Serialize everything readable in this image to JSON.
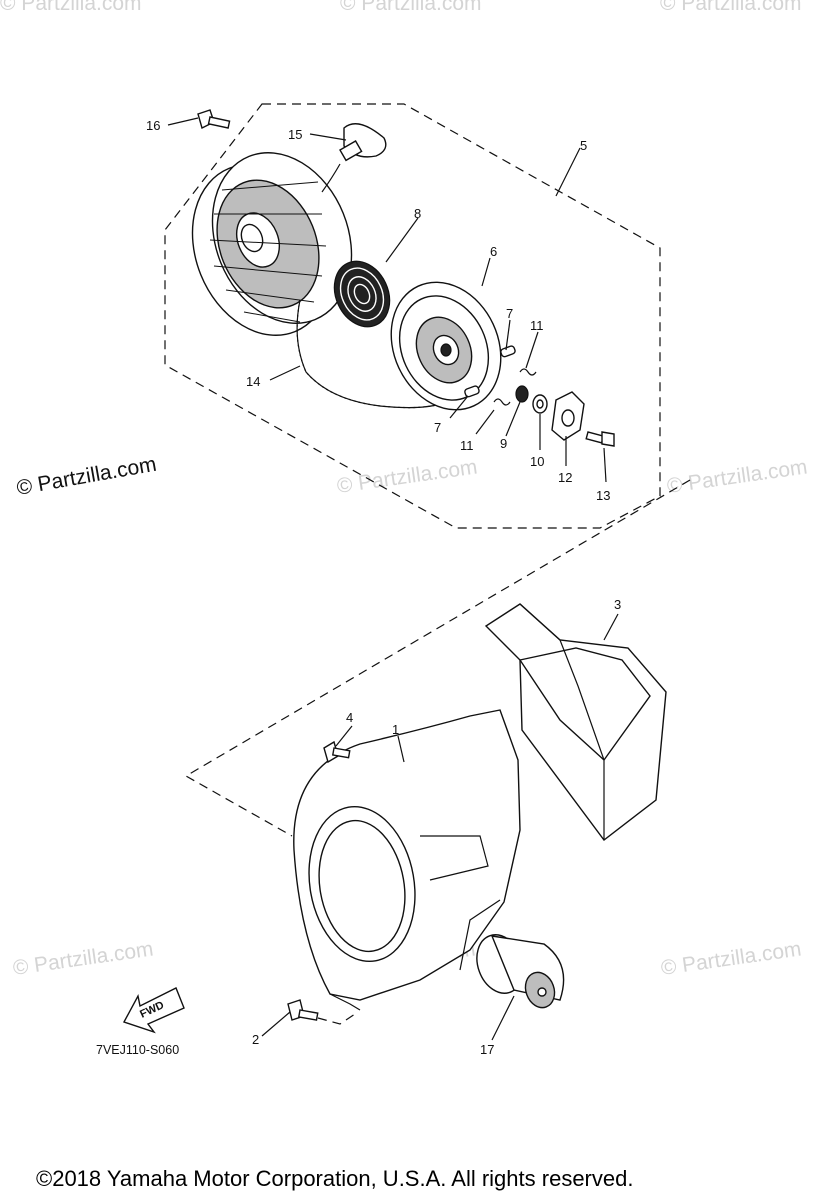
{
  "diagram": {
    "callouts": [
      "1",
      "2",
      "3",
      "4",
      "5",
      "6",
      "7",
      "7",
      "8",
      "9",
      "10",
      "11",
      "11",
      "12",
      "13",
      "14",
      "15",
      "16",
      "17"
    ],
    "part_code": "7VEJ110-S060",
    "fwd_label": "FWD",
    "watermark_main": "© Partzilla.com",
    "watermark_faint": "© Partzilla.com",
    "copyright": "©2018  Yamaha Motor Corporation, U.S.A. All rights reserved."
  }
}
